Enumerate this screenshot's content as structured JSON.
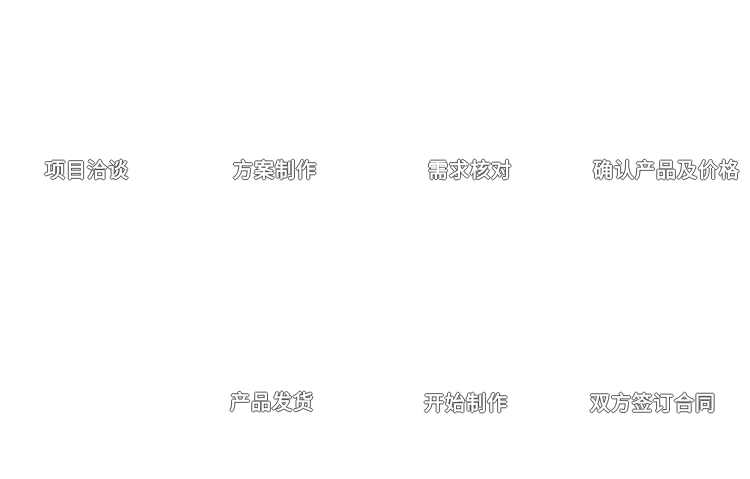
{
  "page": {
    "background_color": "#ffffff",
    "label_text_color": "#ffffff"
  },
  "flow": {
    "top_row": [
      {
        "label": "项目洽谈"
      },
      {
        "label": "方案制作"
      },
      {
        "label": "需求核对"
      },
      {
        "label": "确认产品及价格"
      }
    ],
    "bottom_row": [
      {
        "label": "产品发货"
      },
      {
        "label": "开始制作"
      },
      {
        "label": "双方签订合同"
      }
    ]
  }
}
